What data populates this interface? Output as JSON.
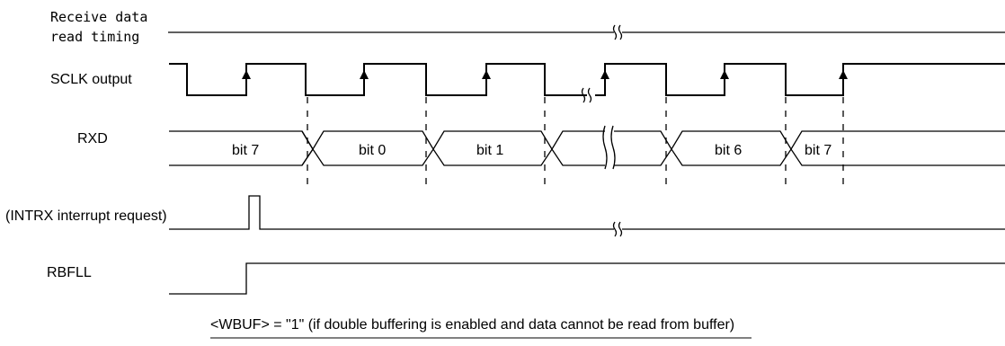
{
  "signals": {
    "receive_timing_line1": "Receive data",
    "receive_timing_line2": "read timing",
    "sclk": "SCLK output",
    "rxd": "RXD",
    "intrx": "(INTRX interrupt request)",
    "rbfll": "RBFLL"
  },
  "rxd_bits": [
    "bit 7",
    "bit 0",
    "bit 1",
    "bit 6",
    "bit 7"
  ],
  "caption": "<WBUF> = \"1\" (if double buffering is enabled and data cannot be read from buffer)",
  "icons": {
    "break_mark": "double-wavy-break",
    "clock_edge": "rising-edge-arrow"
  }
}
